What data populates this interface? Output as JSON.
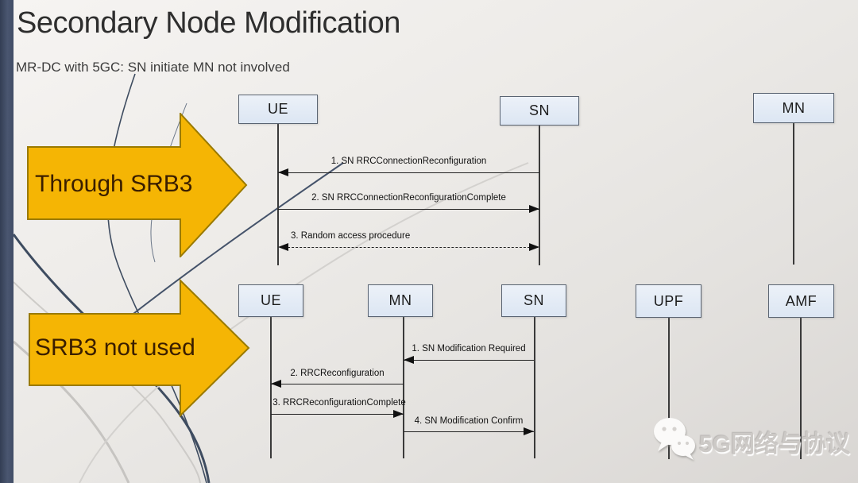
{
  "slide": {
    "title": "Secondary Node Modification",
    "subtitle": "MR-DC with 5GC: SN initiate MN not involved"
  },
  "callouts": [
    {
      "label": "Through SRB3"
    },
    {
      "label": "SRB3 not used"
    }
  ],
  "diagram_top": {
    "nodes": [
      {
        "label": "UE"
      },
      {
        "label": "SN"
      },
      {
        "label": "MN"
      }
    ],
    "messages": [
      {
        "label": "1. SN RRCConnectionReconfiguration",
        "from": "SN",
        "to": "UE",
        "style": "solid"
      },
      {
        "label": "2. SN RRCConnectionReconfigurationComplete",
        "from": "UE",
        "to": "SN",
        "style": "solid"
      },
      {
        "label": "3. Random access procedure",
        "from": "UE",
        "to": "SN",
        "style": "dashed-bidirectional"
      }
    ]
  },
  "diagram_bottom": {
    "nodes": [
      {
        "label": "UE"
      },
      {
        "label": "MN"
      },
      {
        "label": "SN"
      },
      {
        "label": "UPF"
      },
      {
        "label": "AMF"
      }
    ],
    "messages": [
      {
        "label": "1. SN Modification Required",
        "from": "SN",
        "to": "MN",
        "style": "solid"
      },
      {
        "label": "2. RRCReconfiguration",
        "from": "MN",
        "to": "UE",
        "style": "solid"
      },
      {
        "label": "3. RRCReconfigurationComplete",
        "from": "UE",
        "to": "MN",
        "style": "solid"
      },
      {
        "label": "4. SN Modification Confirm",
        "from": "MN",
        "to": "SN",
        "style": "solid"
      }
    ]
  },
  "watermark": {
    "text": "5G网络与协议",
    "icon": "wechat-icon"
  },
  "colors": {
    "accent_gold": "#F5B504",
    "gold_border": "#9A7A00",
    "callout_text": "#3A1E00",
    "node_fill": "#DCE6F3",
    "node_border": "#5A6472",
    "sidebar": "#46526A",
    "background": "#EAE8E5",
    "message_line": "#222222",
    "watermark_gray": "#CCC9C6"
  }
}
